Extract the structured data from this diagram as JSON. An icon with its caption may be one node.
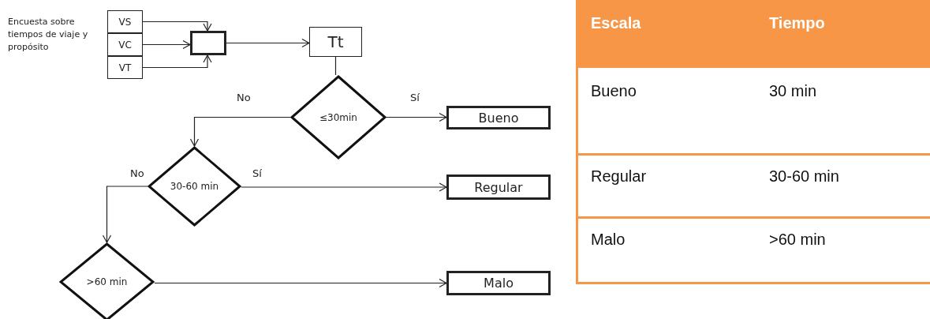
{
  "diagram": {
    "nodes": [
      {
        "text": [
          "VS"
        ]
      },
      {
        "text": [
          "VC"
        ]
      },
      {
        "text": [
          "VT"
        ]
      },
      {
        "text": [],
        "shape": "box"
      },
      {
        "text": [
          "Tt"
        ]
      },
      {
        "text": [
          "≤30min"
        ]
      },
      {
        "text": [
          "Bueno"
        ]
      },
      {
        "text": [
          "30-60 min"
        ]
      },
      {
        "text": [
          "Regular"
        ]
      },
      {
        "text": [
          ">60 min"
        ]
      },
      {
        "text": [
          "Malo"
        ]
      }
    ],
    "edges": [
      {
        "from": 0,
        "to": 3,
        "arrow": "to"
      },
      {
        "from": 1,
        "to": 3,
        "arrow": "to"
      },
      {
        "from": 2,
        "to": 3,
        "arrow": "to"
      },
      {
        "from": 3,
        "to": 4,
        "arrow": "to"
      },
      {
        "from": 4,
        "to": 5,
        "arrow": "none"
      },
      {
        "from": 5,
        "to": 6,
        "arrow": "to",
        "label": "Sí"
      },
      {
        "from": 5,
        "to": 7,
        "arrow": "to",
        "label": "No"
      },
      {
        "from": 7,
        "to": 8,
        "arrow": "to",
        "label": "Sí"
      },
      {
        "from": 7,
        "to": 9,
        "arrow": "to",
        "label": "No"
      },
      {
        "from": 9,
        "to": 10,
        "arrow": "to"
      }
    ],
    "labels": [
      "Encuesta sobre tiempos de viaje y propósito",
      "Escala",
      "Tiempo",
      "Bueno",
      "30 min",
      "Regular",
      "30-60 min",
      "Malo",
      ">60 min"
    ]
  }
}
